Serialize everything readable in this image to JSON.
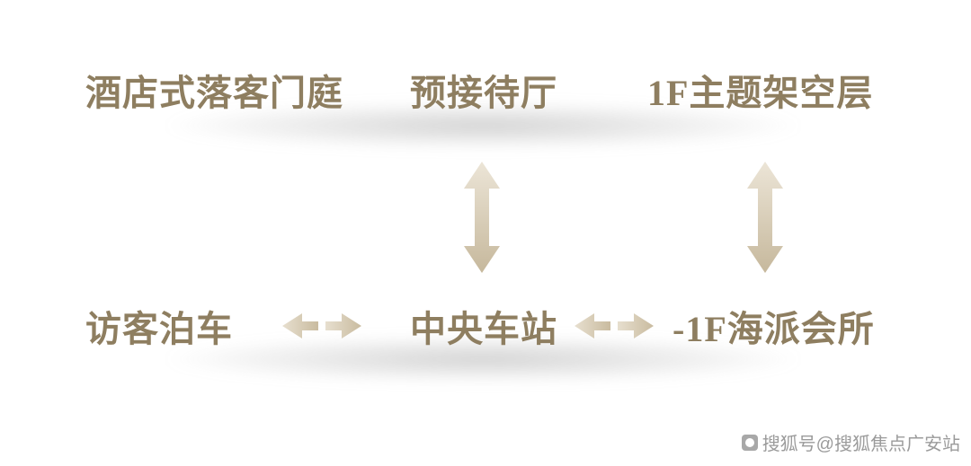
{
  "diagram": {
    "top_row": [
      {
        "id": "hotel-dropoff",
        "label": "酒店式落客门庭"
      },
      {
        "id": "pre-reception",
        "label": "预接待厅"
      },
      {
        "id": "1f-stilt-floor",
        "label": "1F主题架空层"
      }
    ],
    "bottom_row": [
      {
        "id": "visitor-parking",
        "label": "访客泊车"
      },
      {
        "id": "central-station",
        "label": "中央车站"
      },
      {
        "id": "b1f-clubhouse",
        "label": "-1F海派会所"
      }
    ],
    "connections": [
      {
        "from": "预接待厅",
        "to": "中央车站",
        "type": "vertical-double-arrow"
      },
      {
        "from": "1F主题架空层",
        "to": "-1F海派会所",
        "type": "vertical-double-arrow"
      },
      {
        "from": "访客泊车",
        "to": "中央车站",
        "type": "horizontal-double-arrow"
      },
      {
        "from": "中央车站",
        "to": "-1F海派会所",
        "type": "horizontal-double-arrow"
      }
    ],
    "colors": {
      "text": "#8e7e60",
      "arrow_light": "#eae3d4",
      "arrow_dark": "#c6b89c",
      "shadow": "#9a9a9a"
    }
  },
  "watermark": {
    "text": "搜狐号@搜狐焦点广安站"
  }
}
